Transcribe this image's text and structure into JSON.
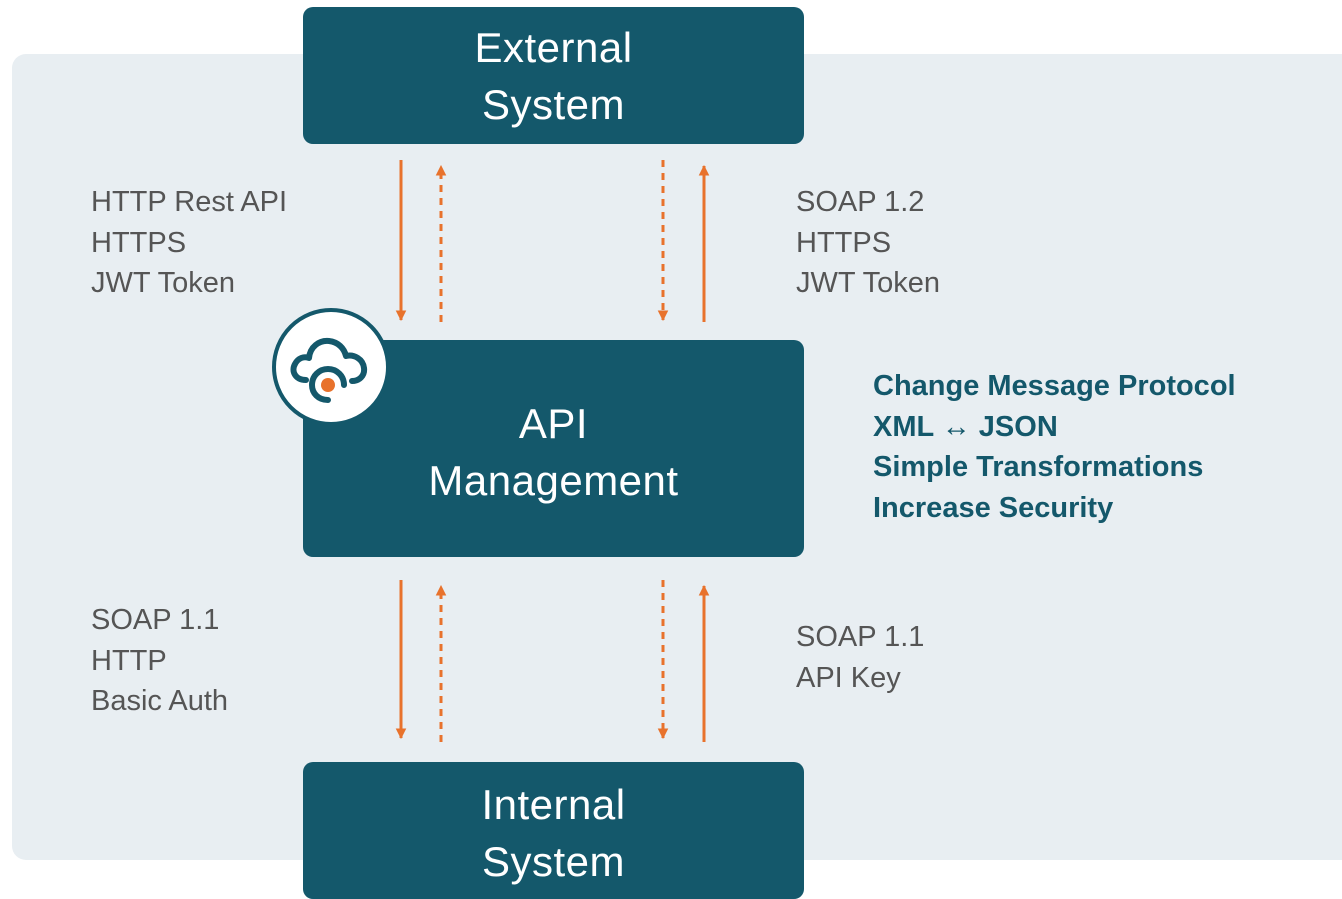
{
  "boxes": {
    "external": [
      "External",
      "System"
    ],
    "api": [
      "API",
      "Management"
    ],
    "internal": [
      "Internal",
      "System"
    ]
  },
  "connections": {
    "top_left": [
      "HTTP Rest API",
      "HTTPS",
      "JWT Token"
    ],
    "top_right": [
      "SOAP 1.2",
      "HTTPS",
      "JWT Token"
    ],
    "bottom_left": [
      "SOAP 1.1",
      "HTTP",
      "Basic Auth"
    ],
    "bottom_right": [
      "SOAP 1.1",
      "API Key"
    ]
  },
  "features": [
    "Change Message Protocol",
    "XML ↔ JSON",
    "Simple Transformations",
    "Increase Security"
  ],
  "icons": {
    "badge": "cloud-icon"
  },
  "colors": {
    "box": "#14586b",
    "arrow": "#e8722c",
    "panel": "#e8eef2",
    "label_text": "#555555",
    "feature_text": "#14586b"
  }
}
